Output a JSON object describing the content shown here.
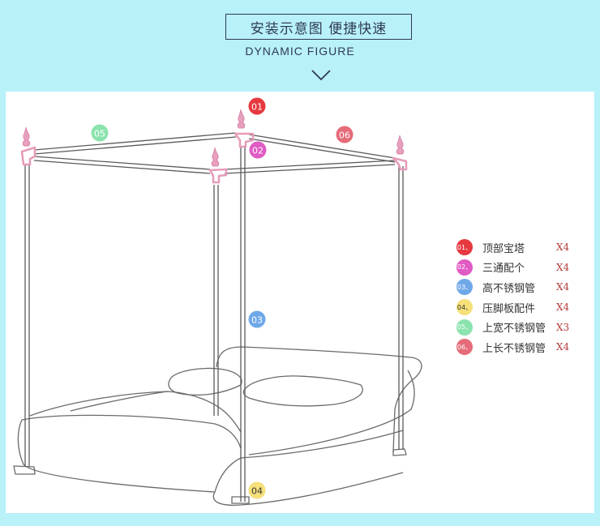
{
  "header": {
    "title": "安装示意图 便捷快速",
    "subtitle": "DYNAMIC FIGURE"
  },
  "diagram": {
    "callouts": [
      {
        "num": "01",
        "color": "#e6393f"
      },
      {
        "num": "02",
        "color": "#e05bc4"
      },
      {
        "num": "03",
        "color": "#6fa8e8"
      },
      {
        "num": "04",
        "color": "#f5e07a"
      },
      {
        "num": "05",
        "color": "#8be3ad"
      },
      {
        "num": "06",
        "color": "#e56b78"
      }
    ]
  },
  "legend": {
    "items": [
      {
        "badge": "01、",
        "label": "顶部宝塔",
        "qty": "X4",
        "color": "#e6393f"
      },
      {
        "badge": "02、",
        "label": "三通配个",
        "qty": "X4",
        "color": "#e05bc4"
      },
      {
        "badge": "03、",
        "label": "高不锈钢管",
        "qty": "X4",
        "color": "#6fa8e8"
      },
      {
        "badge": "04、",
        "label": "压脚板配件",
        "qty": "X4",
        "color": "#f5e07a"
      },
      {
        "badge": "05、",
        "label": "上宽不锈钢管",
        "qty": "X3",
        "color": "#8be3ad"
      },
      {
        "badge": "06、",
        "label": "上长不锈钢管",
        "qty": "X4",
        "color": "#e56b78"
      }
    ]
  }
}
